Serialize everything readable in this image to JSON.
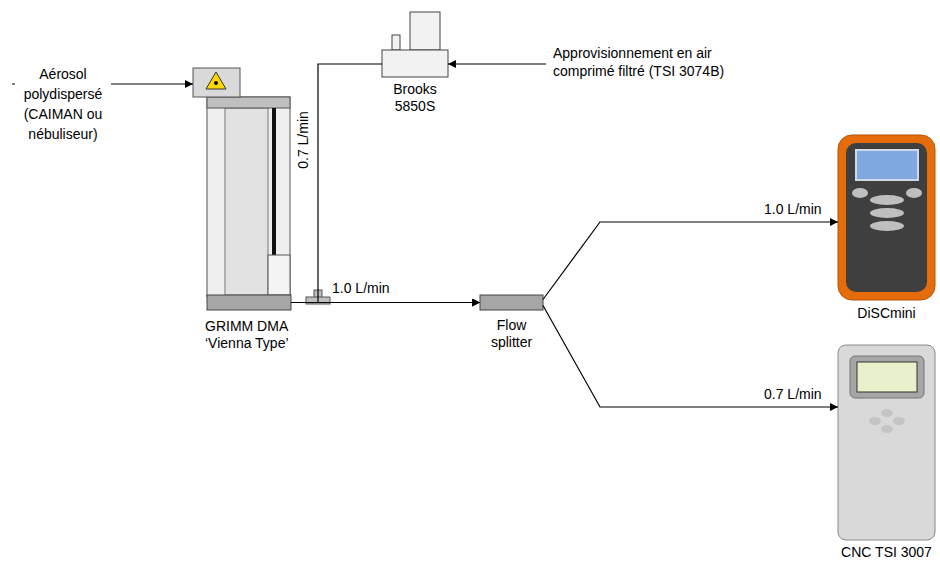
{
  "diagram": {
    "nodes": [
      {
        "text": [
          "GRIMM DMA ‘Vienna Type’"
        ]
      },
      {
        "text": [
          "Brooks 5850S"
        ]
      },
      {
        "text": [
          "Flow splitter"
        ]
      },
      {
        "text": [
          "DiSCmini"
        ]
      },
      {
        "text": [
          "CNC TSI 3007"
        ]
      }
    ],
    "edges": [
      {
        "from": 0,
        "to": 2,
        "label": "1.0 L/min",
        "arrow": "to"
      },
      {
        "from": 1,
        "to": 2,
        "label": "0.7 L/min",
        "arrow": "to"
      },
      {
        "from": 2,
        "to": 3,
        "label": "1.0 L/min",
        "arrow": "to"
      },
      {
        "from": 2,
        "to": 4,
        "label": "0.7 L/min",
        "arrow": "to"
      }
    ],
    "labels": [
      "Aérosol polydispersé (CAIMAN ou nébuliseur)",
      "Approvisionnement en air comprimé filtré (TSI 3074B)"
    ]
  }
}
